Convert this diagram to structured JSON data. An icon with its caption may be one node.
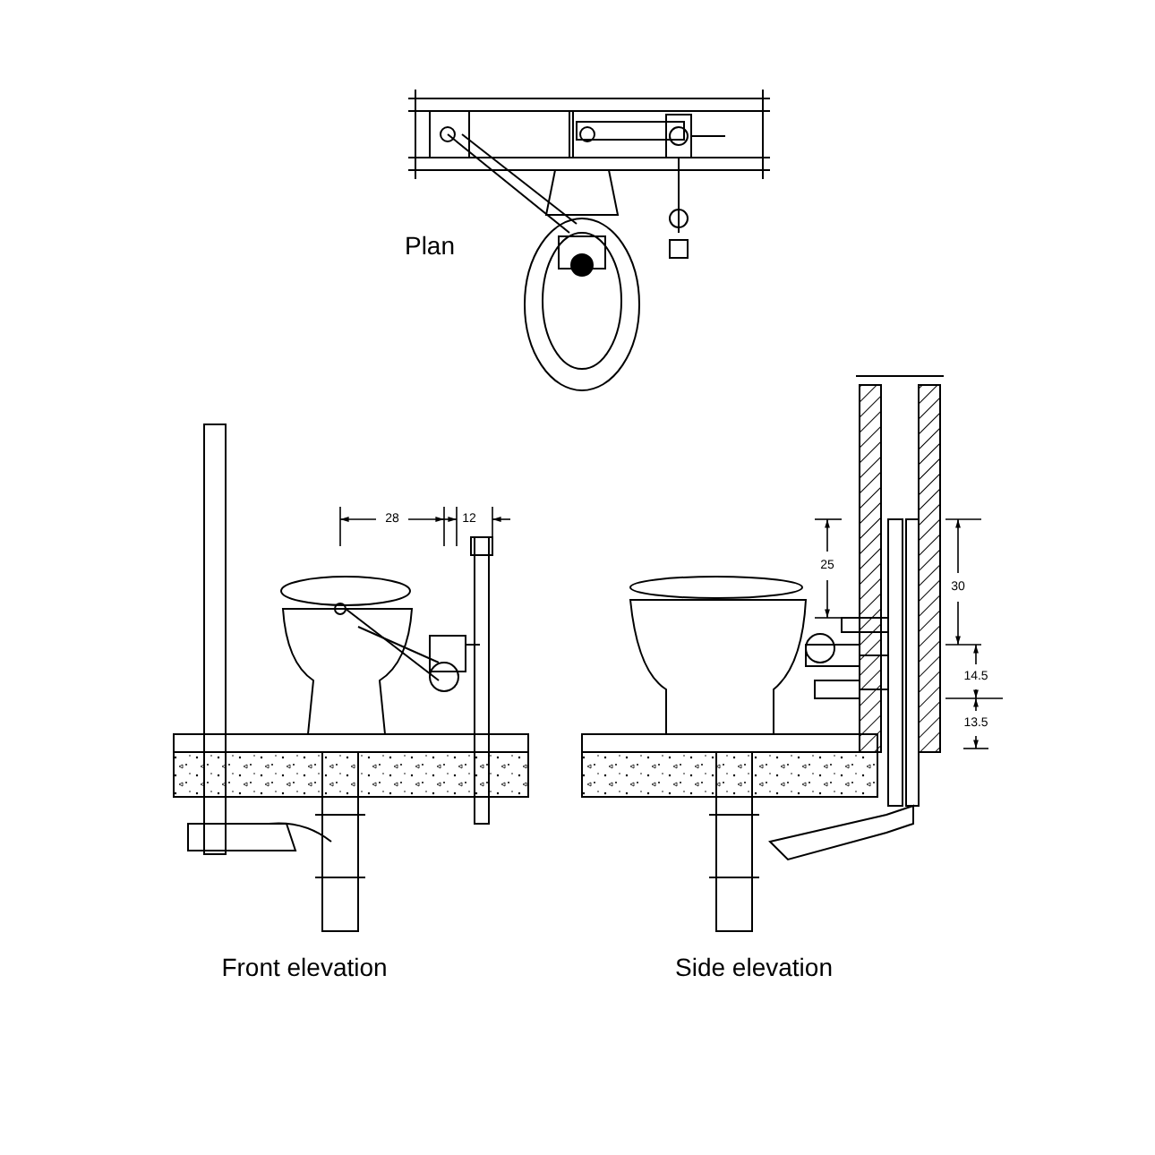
{
  "diagram": {
    "labels": [
      "Plan",
      "28",
      "12",
      "25",
      "30",
      "14.5",
      "13.5",
      "Front elevation",
      "Side elevation"
    ]
  }
}
